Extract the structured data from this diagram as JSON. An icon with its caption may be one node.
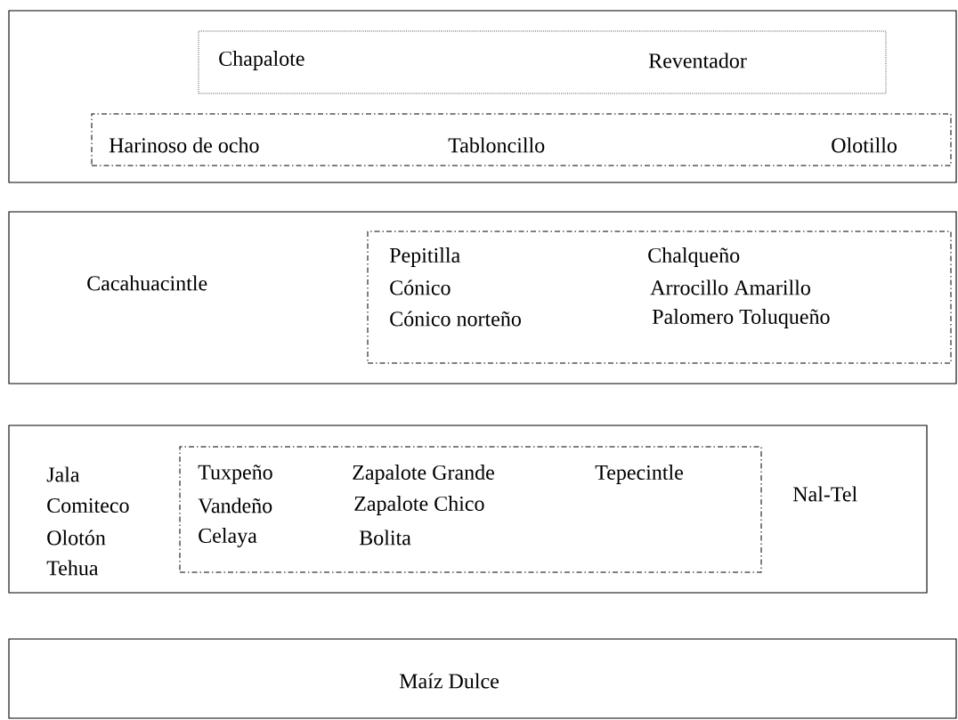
{
  "diagram": {
    "nodes": [
      {
        "text": [],
        "shape": "box"
      },
      {
        "text": [
          "Chapalote",
          "Reventador"
        ],
        "in": 0
      },
      {
        "text": [
          "Harinoso de ocho",
          "Tabloncillo",
          "Olotillo"
        ],
        "in": 0
      },
      {
        "text": [
          "Cacahuacintle"
        ]
      },
      {
        "text": [
          "Pepitilla",
          "Chalqueño",
          "Cónico",
          "Arrocillo Amarillo",
          "Cónico norteño",
          "Palomero Toluqueño"
        ],
        "in": 3
      },
      {
        "text": [
          "Jala",
          "Comiteco",
          "Olotón",
          "Tehua",
          "Nal-Tel"
        ]
      },
      {
        "text": [
          "Tuxpeño",
          "Zapalote Grande",
          "Tepecintle",
          "Vandeño",
          "Zapalote Chico",
          "Celaya",
          "Bolita"
        ],
        "in": 5
      },
      {
        "text": [
          "Maíz Dulce"
        ]
      }
    ]
  }
}
